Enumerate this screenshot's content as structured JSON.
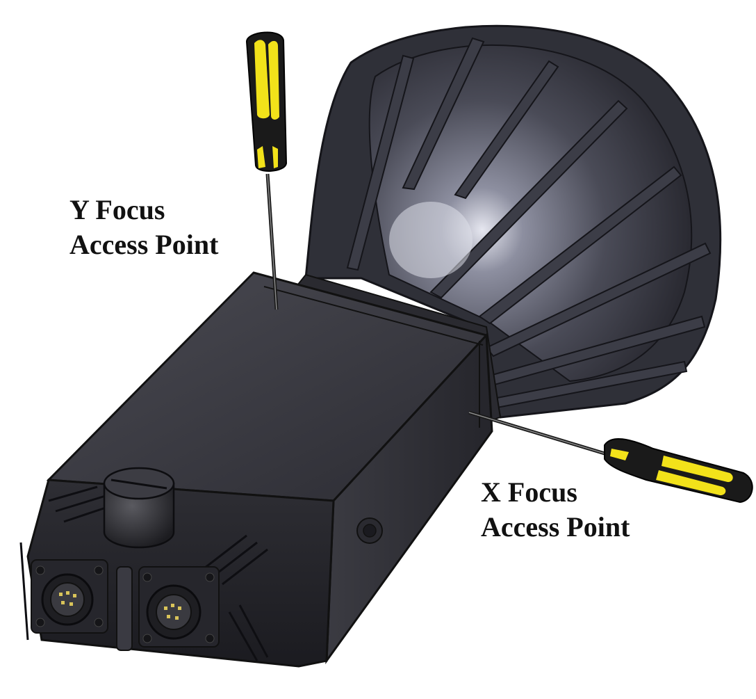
{
  "colors": {
    "background": "#ffffff",
    "housing": "#3a3a40",
    "housing_dark": "#1e1e22",
    "reflector": "#4a4b57",
    "reflector_light": "#cfd0dc",
    "handle_black": "#1a1a1a",
    "handle_yellow": "#f2e21a",
    "connector_pins": "#d9c45a",
    "label_text": "#111111"
  },
  "labels": {
    "y_focus": {
      "line1": "Y Focus",
      "line2": "Access Point"
    },
    "x_focus": {
      "line1": "X Focus",
      "line2": "Access Point"
    }
  },
  "icons": {
    "y_tool": "screwdriver-icon",
    "x_tool": "screwdriver-icon",
    "knob": "adjustment-knob",
    "connectors": "circular-connector"
  }
}
